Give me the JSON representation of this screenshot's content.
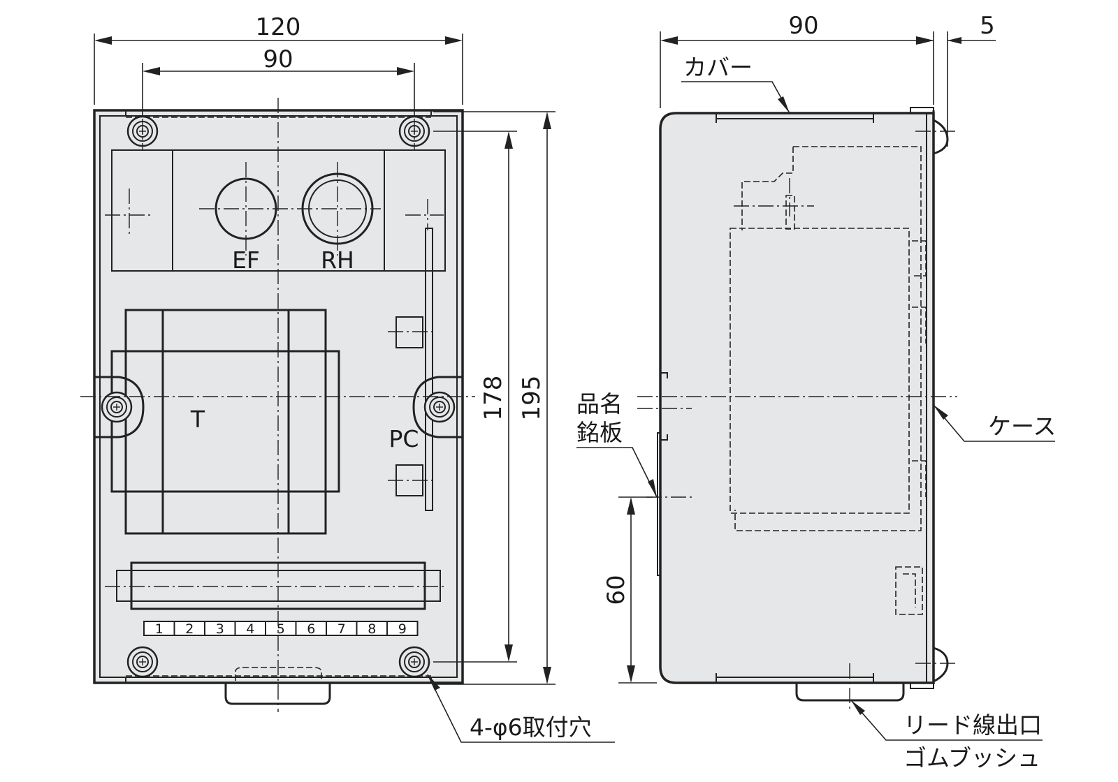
{
  "front_view": {
    "width_overall": "120",
    "hole_pitch_horizontal": "90",
    "hole_pitch_vertical": "178",
    "height_overall": "195",
    "component_ef": "EF",
    "component_rh": "RH",
    "component_t": "T",
    "component_pc": "PC",
    "terminal_numbers": [
      "1",
      "2",
      "3",
      "4",
      "5",
      "6",
      "7",
      "8",
      "9"
    ],
    "mounting_holes_label": "4-φ6取付穴"
  },
  "side_view": {
    "depth": "90",
    "cover_projection": "5",
    "nameplate_position": "60",
    "cover_label": "カバー",
    "case_label": "ケース",
    "nameplate_label_line1": "品名",
    "nameplate_label_line2": "銘板",
    "lead_outlet_label_line1": "リード線出口",
    "lead_outlet_label_line2": "ゴムブッシュ"
  },
  "colors": {
    "body_fill": "#e6e7e8",
    "line": "#222222",
    "background": "#ffffff"
  }
}
